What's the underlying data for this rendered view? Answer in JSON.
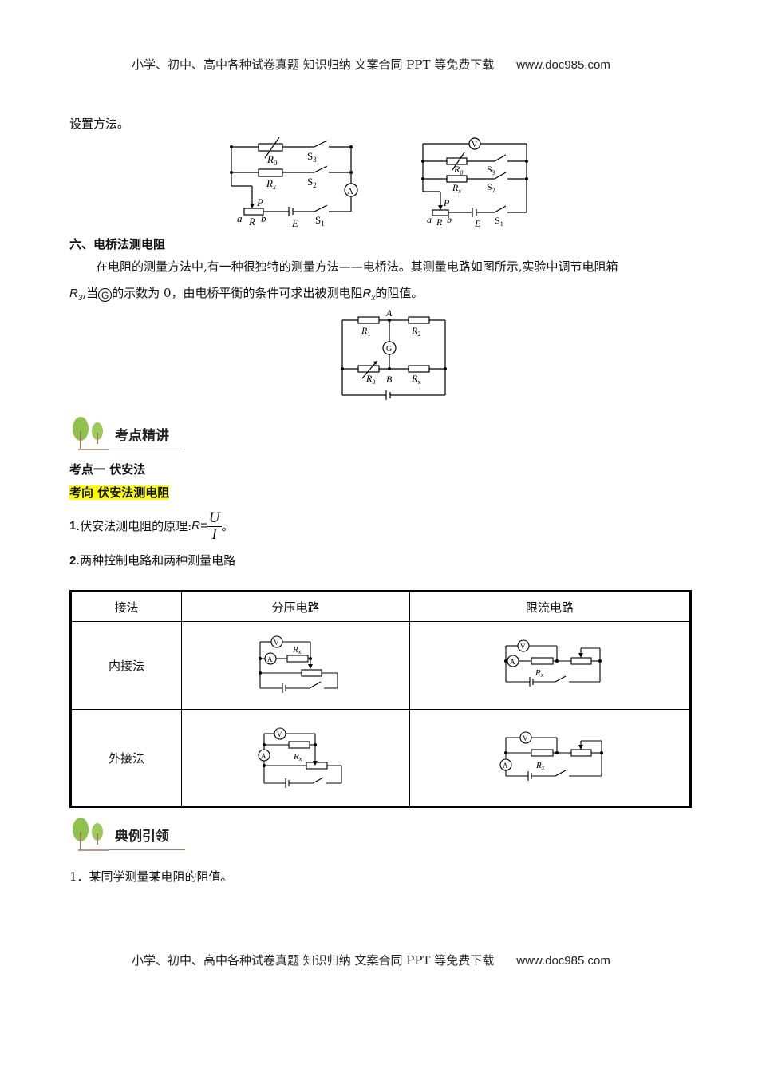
{
  "header": {
    "text": "小学、初中、高中各种试卷真题  知识归纳  文案合同  PPT 等免费下载",
    "url": "www.doc985.com"
  },
  "footer": {
    "text": "小学、初中、高中各种试卷真题  知识归纳  文案合同  PPT 等免费下载",
    "url": "www.doc985.com"
  },
  "intro_line": "设置方法。",
  "fig1": {
    "left": {
      "labels": {
        "r0": "R",
        "r0_sub": "0",
        "rx": "R",
        "rx_sub": "x",
        "s3": "S",
        "s3_sub": "3",
        "s2": "S",
        "s2_sub": "2",
        "s1": "S",
        "s1_sub": "1",
        "ammeter": "A",
        "p": "P",
        "a": "a",
        "r": "R",
        "b": "b",
        "e": "E"
      }
    },
    "right": {
      "labels": {
        "voltmeter": "V",
        "r0": "R",
        "r0_sub": "0",
        "rx": "R",
        "rx_sub": "x",
        "s3": "S",
        "s3_sub": "3",
        "s2": "S",
        "s2_sub": "2",
        "s1": "S",
        "s1_sub": "1",
        "p": "P",
        "a": "a",
        "r": "R",
        "b": "b",
        "e": "E"
      }
    }
  },
  "section6": {
    "title": "六、电桥法测电阻",
    "para_line1": "在电阻的测量方法中,有一种很独特的测量方法——电桥法。其测量电路如图所示,实验中调节电阻箱",
    "para_r3": "R",
    "para_r3_sub": "3",
    "para_dang": ",当",
    "para_g": "G",
    "para_mid": "的示数为 0，由电桥平衡的条件可求出被测电阻",
    "para_rx": "R",
    "para_rx_sub": "x",
    "para_end": "的阻值。",
    "bridge": {
      "a": "A",
      "b": "B",
      "g": "G",
      "r1": "R",
      "r1_sub": "1",
      "r2": "R",
      "r2_sub": "2",
      "r3": "R",
      "r3_sub": "3",
      "rx": "R",
      "rx_sub": "x"
    }
  },
  "badge1": {
    "label": "考点精讲"
  },
  "kaodian1": "考点一    伏安法",
  "kaoxiang": "考向  伏安法测电阻",
  "item1": {
    "num": "1",
    "text": ".伏安法测电阻的原理:",
    "formula_lhs": "R=",
    "numerator": "U",
    "denominator": "I",
    "end": "。"
  },
  "item2": {
    "num": "2",
    "text": ".两种控制电路和两种测量电路"
  },
  "table": {
    "headers": [
      "接法",
      "分压电路",
      "限流电路"
    ],
    "rows": [
      {
        "label": "内接法",
        "c1": {
          "v": "V",
          "a": "A",
          "rx": "R",
          "rx_sub": "x"
        },
        "c2": {
          "v": "V",
          "a": "A",
          "rx": "R",
          "rx_sub": "x"
        }
      },
      {
        "label": "外接法",
        "c1": {
          "v": "V",
          "a": "A",
          "rx": "R",
          "rx_sub": "x"
        },
        "c2": {
          "v": "V",
          "a": "A",
          "rx": "R",
          "rx_sub": "x"
        }
      }
    ]
  },
  "badge2": {
    "label": "典例引领"
  },
  "example1": "1．某同学测量某电阻的阻值。",
  "colors": {
    "highlight": "#ffff00",
    "tree_green": "#8fc24a",
    "tree_trunk": "#a0785a",
    "badge_line": "#a07c6a"
  }
}
